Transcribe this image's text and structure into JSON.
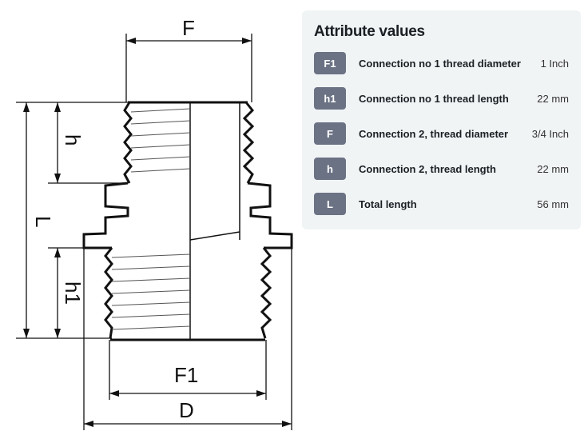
{
  "drawing": {
    "labels": {
      "F": "F",
      "h": "h",
      "L": "L",
      "h1": "h1",
      "F1": "F1",
      "D": "D"
    }
  },
  "panel": {
    "title": "Attribute values",
    "rows": [
      {
        "badge": "F1",
        "label": "Connection no 1 thread diameter",
        "value": "1 Inch"
      },
      {
        "badge": "h1",
        "label": "Connection no 1 thread length",
        "value": "22 mm"
      },
      {
        "badge": "F",
        "label": "Connection 2, thread diameter",
        "value": "3/4 Inch"
      },
      {
        "badge": "h",
        "label": "Connection 2, thread length",
        "value": "22 mm"
      },
      {
        "badge": "L",
        "label": "Total length",
        "value": "56 mm"
      }
    ]
  }
}
